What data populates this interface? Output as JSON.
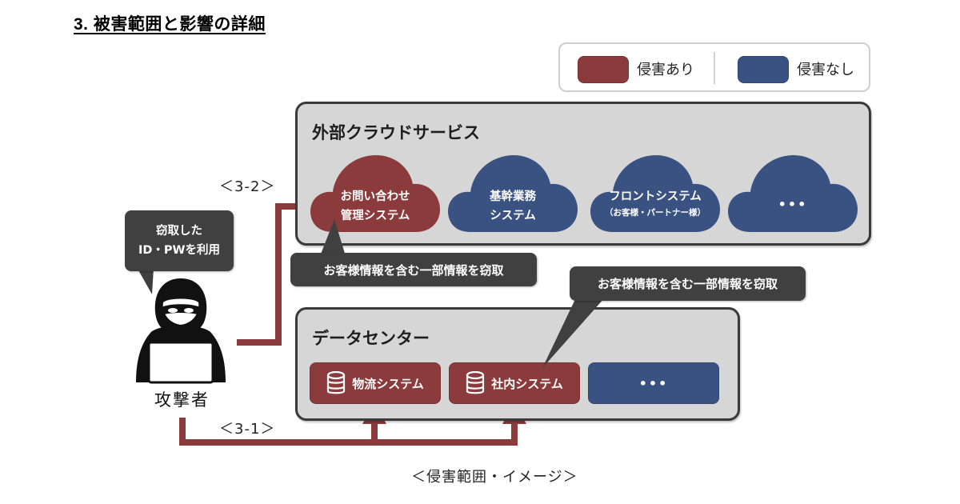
{
  "section_title": "3. 被害範囲と影響の詳細",
  "colors": {
    "damaged": "#8b3b3c",
    "not_damaged": "#3a5282",
    "panel_bg": "#d6d6d6",
    "callout_bg": "#404040"
  },
  "legend": {
    "items": [
      {
        "label": "侵害あり",
        "status": "damaged"
      },
      {
        "label": "侵害なし",
        "status": "not_damaged"
      }
    ]
  },
  "external_cloud": {
    "title": "外部クラウドサービス",
    "services": [
      {
        "line1": "お問い合わせ",
        "line2": "管理システム",
        "status": "damaged"
      },
      {
        "line1": "基幹業務",
        "line2": "システム",
        "status": "not_damaged"
      },
      {
        "line1": "フロントシステム",
        "line2": "（お客様・パートナー様）",
        "status": "not_damaged"
      },
      {
        "line1": "•••",
        "line2": "",
        "status": "not_damaged"
      }
    ]
  },
  "data_center": {
    "title": "データセンター",
    "systems": [
      {
        "label": "物流システム",
        "icon": "database-icon",
        "status": "damaged"
      },
      {
        "label": "社内システム",
        "icon": "database-icon",
        "status": "damaged"
      },
      {
        "label": "•••",
        "icon": "",
        "status": "not_damaged"
      }
    ]
  },
  "callouts": {
    "cloud_leak": "お客様情報を含む一部情報を窃取",
    "dc_leak": "お客様情報を含む一部情報を窃取",
    "attacker_line1": "窃取した",
    "attacker_line2": "ID・PWを利用"
  },
  "attacker": {
    "label": "攻撃者",
    "icon": "hooded-hacker-icon"
  },
  "steps": {
    "step_cloud": "＜3-2＞",
    "step_dc": "＜3-1＞"
  },
  "caption": "＜侵害範囲・イメージ＞"
}
